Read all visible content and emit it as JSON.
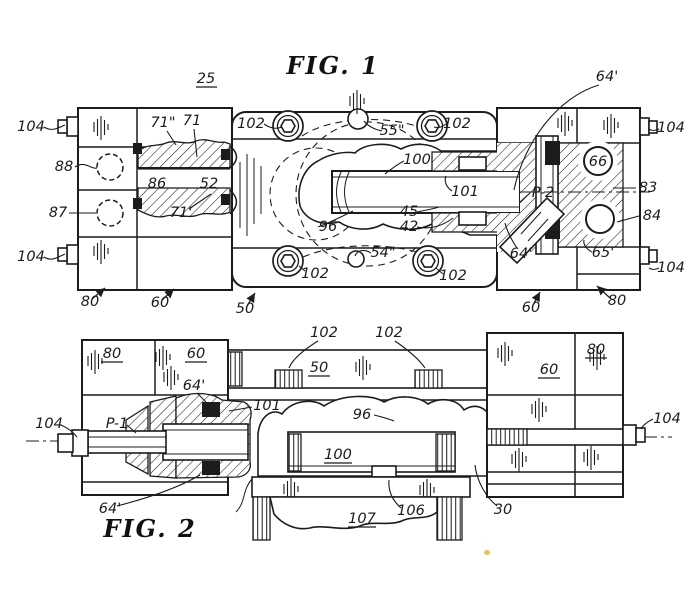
{
  "document": {
    "background": "#ffffff",
    "ink": "#1c1c1c"
  },
  "fig1": {
    "title": "FIG. 1",
    "labels": {
      "ref25": "25",
      "p104_tl": "104",
      "p88": "88",
      "p87": "87",
      "p104_bl": "104",
      "p71q": "71\"",
      "p71": "71",
      "p86": "86",
      "p52": "52",
      "p71p": "71'",
      "p102_tl": "102",
      "p55q": "55\"",
      "p102_tr": "102",
      "p64p_top": "64'",
      "p104_tr": "104",
      "p100": "100",
      "p101": "101",
      "pP2": "P-2",
      "p66": "66",
      "p83": "83",
      "p84": "84",
      "p65p": "65'",
      "p104_br": "104",
      "p96": "96",
      "p45": "45",
      "p42": "42",
      "p54q": "54\"",
      "p102_bl": "102",
      "p102_br": "102",
      "p64p_bot": "64'",
      "p80_l": "80",
      "p60_l": "60",
      "p50": "50",
      "p60_r": "60",
      "p80_r": "80"
    }
  },
  "fig2": {
    "title": "FIG. 2",
    "labels": {
      "p102_l": "102",
      "p102_r": "102",
      "p80_tl": "80",
      "p60_tl": "60",
      "p50": "50",
      "p64p_top": "64'",
      "p60_tr": "60",
      "p80_tr": "80",
      "p104_l": "104",
      "pP1": "P-1",
      "p101": "101",
      "p96": "96",
      "p104_r": "104",
      "p100": "100",
      "p64p_bot": "64'",
      "p107": "107",
      "p106": "106",
      "p30": "30"
    }
  },
  "artifacts": {
    "stray_mark_color": "#d9b93f"
  }
}
